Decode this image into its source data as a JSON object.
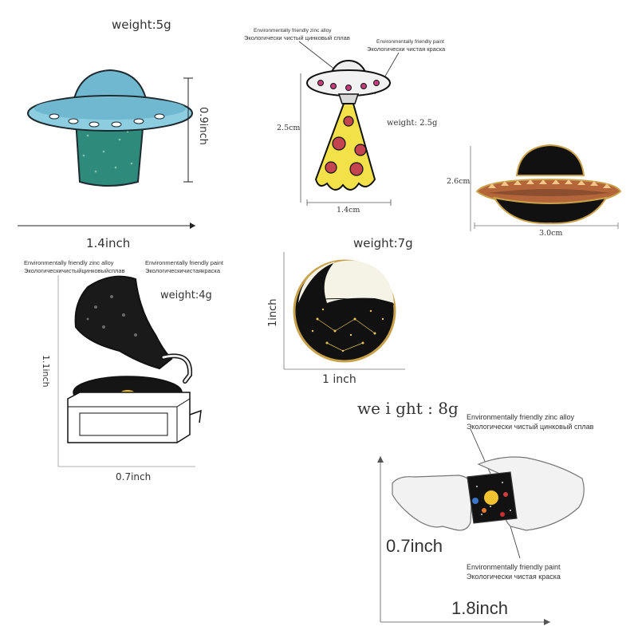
{
  "ufo_pin": {
    "weight": "weight:5g",
    "height": "0.9inch",
    "width": "1.4inch"
  },
  "pizza_ufo_pin": {
    "alloy_en": "Environmentally friendly zinc alloy",
    "alloy_ru": "Экологически чистый цинковый сплав",
    "paint_en": "Environmentally friendly paint",
    "paint_ru": "Экологически чистая краска",
    "height": "2.5cm",
    "weight": "weight: 2.5g",
    "width": "1.4cm"
  },
  "sombrero_pin": {
    "height": "2.6cm",
    "width": "3.0cm"
  },
  "moon_pin": {
    "weight": "weight:7g",
    "height": "1inch",
    "width": "1 inch"
  },
  "gramophone_pin": {
    "alloy_en": "Environmentally friendly zinc alloy",
    "alloy_ru": "Экологическичистыйцинковыйсплав",
    "paint_en": "Environmentally friendly paint",
    "paint_ru": "Экологическичистаякраска",
    "weight": "weight:4g",
    "height": "1.1inch",
    "width": "0.7inch"
  },
  "hands_pin": {
    "weight": "we i ght : 8g",
    "alloy_en": "Environmentally friendly zinc alloy",
    "alloy_ru": "Экологически чистый цинковый сплав",
    "paint_en": "Environmentally friendly paint",
    "paint_ru": "Экологически чистая краска",
    "height": "0.7inch",
    "width": "1.8inch"
  },
  "colors": {
    "ufo_teal": "#6fb8cf",
    "glitter_green": "#2e8a7a",
    "pizza_yellow": "#f3e14a",
    "pepperoni": "#c2454f",
    "sombrero_brown": "#b5653a",
    "night_black": "#111111",
    "gold_outline": "#c9a14a"
  }
}
